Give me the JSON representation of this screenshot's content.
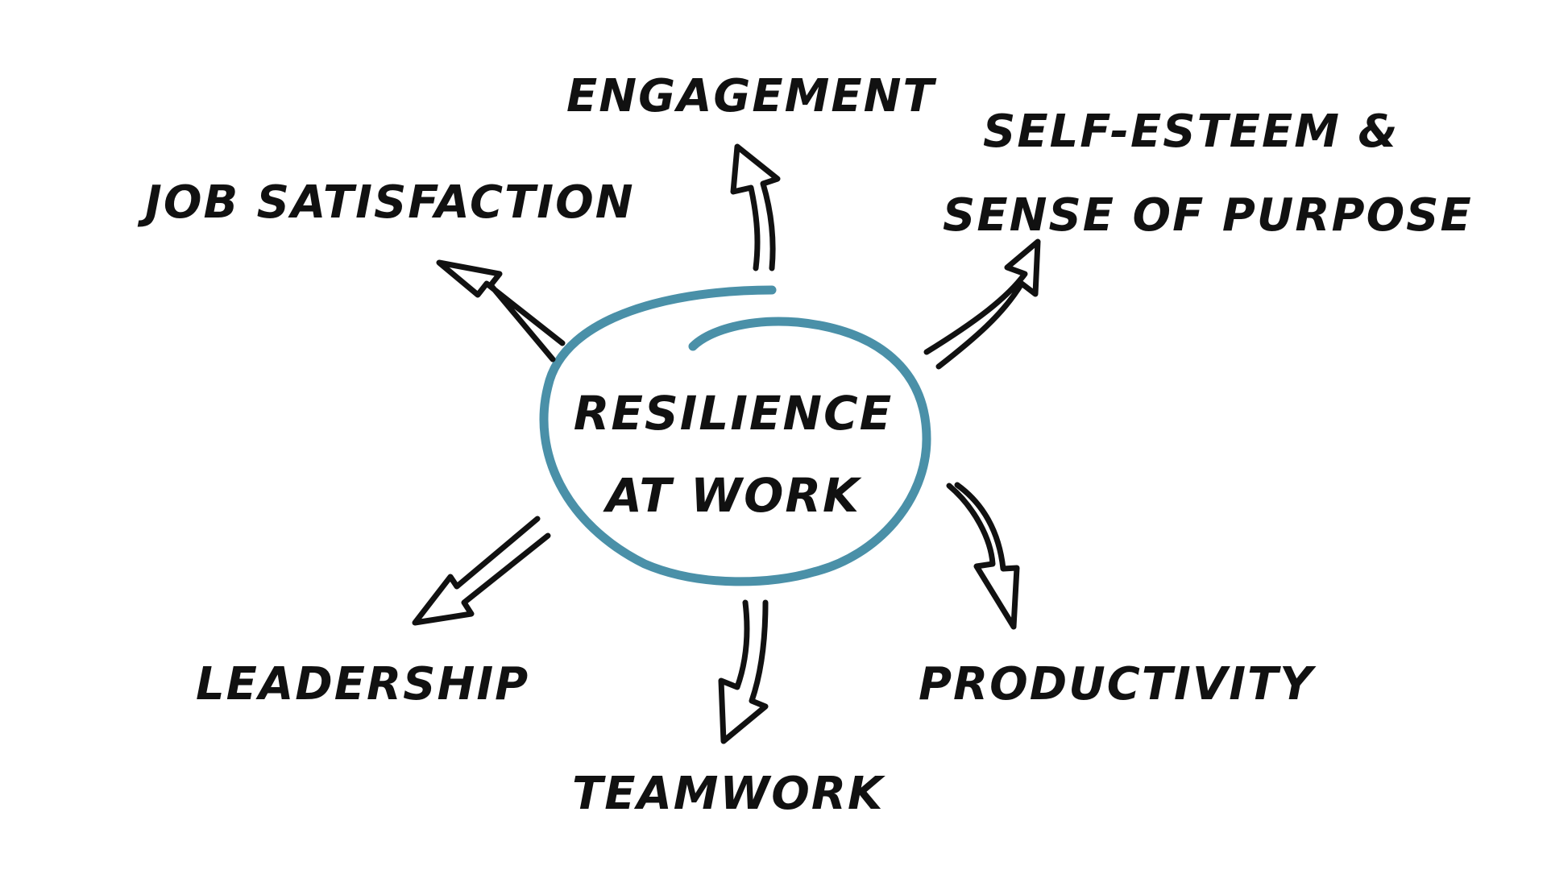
{
  "center": {
    "line1": "RESILIENCE",
    "line2": "AT WORK",
    "ring_color": "#4a90a8"
  },
  "outcomes": {
    "engagement": "ENGAGEMENT",
    "job_satisfaction": "JOB SATISFACTION",
    "self_esteem_line1": "SELF-ESTEEM &",
    "self_esteem_line2": "SENSE OF PURPOSE",
    "leadership": "LEADERSHIP",
    "teamwork": "TEAMWORK",
    "productivity": "PRODUCTIVITY"
  }
}
